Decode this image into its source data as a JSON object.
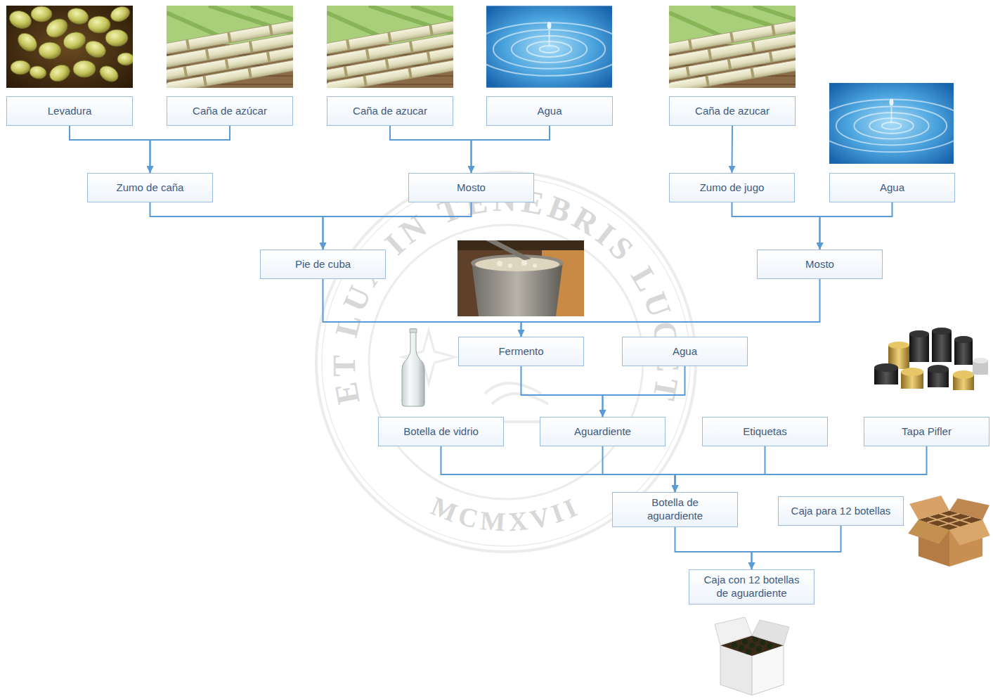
{
  "diagram": {
    "nodes": [
      {
        "text": [
          "Levadura"
        ]
      },
      {
        "text": [
          "Caña de azúcar"
        ]
      },
      {
        "text": [
          "Caña de azucar"
        ]
      },
      {
        "text": [
          "Agua"
        ]
      },
      {
        "text": [
          "Caña de azucar"
        ]
      },
      {
        "text": [
          "Zumo de caña"
        ]
      },
      {
        "text": [
          "Mosto"
        ]
      },
      {
        "text": [
          "Zumo de jugo"
        ]
      },
      {
        "text": [
          "Agua"
        ]
      },
      {
        "text": [
          "Pie de cuba"
        ]
      },
      {
        "text": [
          "Mosto"
        ]
      },
      {
        "text": [
          "Fermento"
        ]
      },
      {
        "text": [
          "Agua"
        ]
      },
      {
        "text": [
          "Botella de vidrio"
        ]
      },
      {
        "text": [
          "Aguardiente"
        ]
      },
      {
        "text": [
          "Etiquetas"
        ]
      },
      {
        "text": [
          "Tapa Pifler"
        ]
      },
      {
        "text": [
          "Botella de aguardiente"
        ]
      },
      {
        "text": [
          "Caja para 12 botellas"
        ]
      },
      {
        "text": [
          "Caja con 12 botellas de aguardiente"
        ]
      }
    ],
    "edges": [
      {
        "from": 0,
        "to": 5,
        "arrow": "to"
      },
      {
        "from": 1,
        "to": 5,
        "arrow": "to"
      },
      {
        "from": 2,
        "to": 6,
        "arrow": "to"
      },
      {
        "from": 3,
        "to": 6,
        "arrow": "to"
      },
      {
        "from": 4,
        "to": 7,
        "arrow": "to"
      },
      {
        "from": 5,
        "to": 9,
        "arrow": "to"
      },
      {
        "from": 6,
        "to": 9,
        "arrow": "to"
      },
      {
        "from": 7,
        "to": 10,
        "arrow": "to"
      },
      {
        "from": 8,
        "to": 10,
        "arrow": "to"
      },
      {
        "from": 9,
        "to": 11,
        "arrow": "to"
      },
      {
        "from": 10,
        "to": 11,
        "arrow": "to"
      },
      {
        "from": 11,
        "to": 14,
        "arrow": "to"
      },
      {
        "from": 12,
        "to": 14,
        "arrow": "to"
      },
      {
        "from": 13,
        "to": 17,
        "arrow": "to"
      },
      {
        "from": 14,
        "to": 17,
        "arrow": "to"
      },
      {
        "from": 15,
        "to": 17,
        "arrow": "to"
      },
      {
        "from": 16,
        "to": 17,
        "arrow": "to"
      },
      {
        "from": 17,
        "to": 19,
        "arrow": "to"
      },
      {
        "from": 18,
        "to": 19,
        "arrow": "to"
      }
    ],
    "labels": [
      "ET LUX IN TENEBRIS LUCET",
      "MCMXVII"
    ]
  }
}
